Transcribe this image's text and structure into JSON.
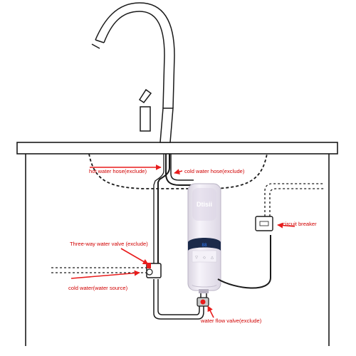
{
  "labels": {
    "hot_hose": "hot water hose(exclude)",
    "cold_hose": "cold water hose(exclude)",
    "circuit_breaker": "circuit breaker",
    "three_way_valve": "Three-way water valve (exclude)",
    "cold_water": "cold water(water source)",
    "flow_valve": "water flow valve(exclude)"
  },
  "heater": {
    "brand": "Dtisii",
    "controls": [
      "▽",
      "◇",
      "△"
    ],
    "display_value": "88"
  },
  "colors": {
    "label_text": "#d10000",
    "arrow": "#e81c1c",
    "line": "#1a1a1a",
    "heater_body": "#ece8f2",
    "heater_panel": "#1b2a4a"
  },
  "icons": [
    "faucet-icon",
    "heater-icon",
    "circuit-breaker-icon",
    "three-way-valve-icon",
    "flow-valve-icon"
  ]
}
